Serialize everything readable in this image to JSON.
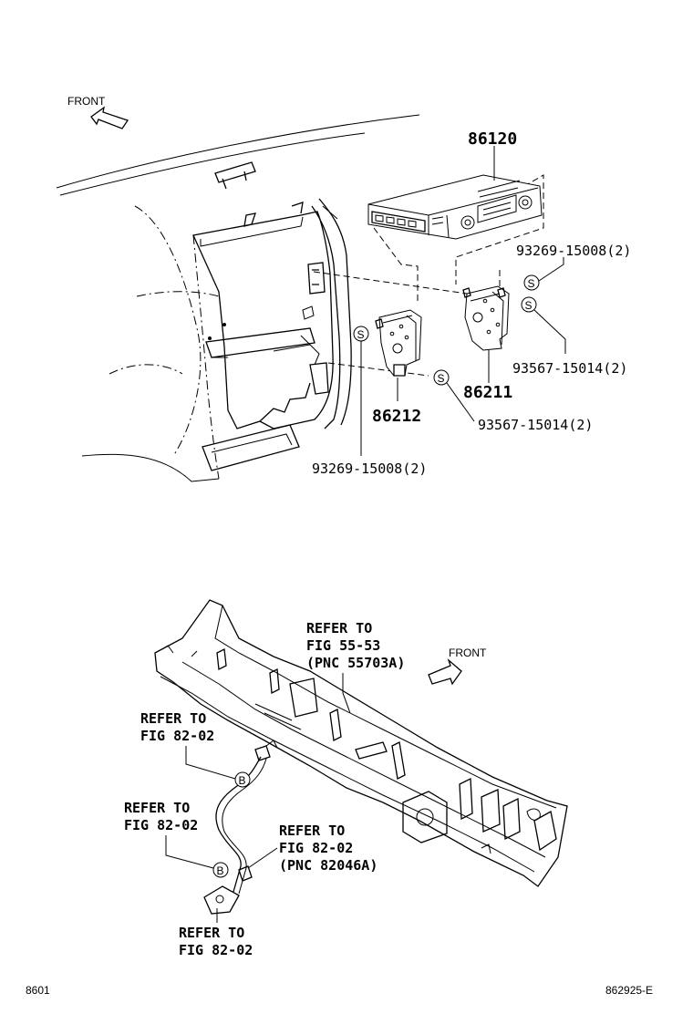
{
  "diagram": {
    "upper": {
      "front_label": "FRONT",
      "part_radio": "86120",
      "part_bracket_right": "86211",
      "part_bracket_left": "86212",
      "screw_upper_right": "93269-15008(2)",
      "screw_lower_right": "93567-15014(2)",
      "screw_lower_mid": "93567-15014(2)",
      "screw_bottom_left": "93269-15008(2)",
      "screw_symbol": "S"
    },
    "lower": {
      "front_label": "FRONT",
      "ref_top_line1": "REFER TO",
      "ref_top_line2": "FIG 55-53",
      "ref_top_line3": "(PNC 55703A)",
      "ref_a_line1": "REFER TO",
      "ref_a_line2": "FIG 82-02",
      "ref_b_line1": "REFER TO",
      "ref_b_line2": "FIG 82-02",
      "ref_c_line1": "REFER TO",
      "ref_c_line2": "FIG 82-02",
      "ref_c_line3": "(PNC 82046A)",
      "ref_d_line1": "REFER TO",
      "ref_d_line2": "FIG 82-02",
      "bolt_symbol": "B"
    },
    "footer": {
      "left_code": "8601",
      "right_code": "862925-E"
    }
  }
}
